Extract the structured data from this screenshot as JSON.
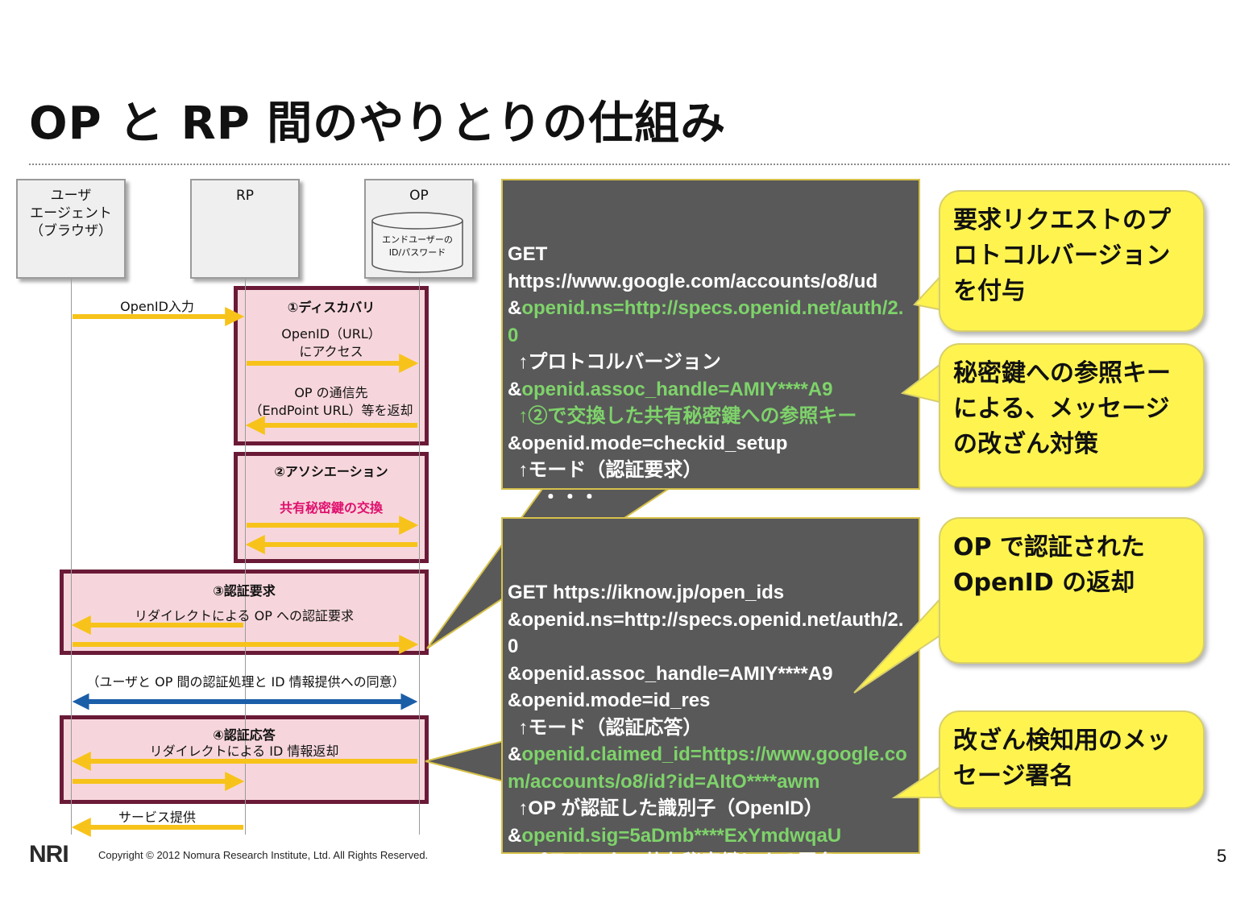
{
  "slide": {
    "title": "OP と RP 間のやりとりの仕組み",
    "page_number": "5",
    "copyright": "Copyright © 2012 Nomura Research Institute, Ltd. All Rights Reserved.",
    "logo_text": "NRI"
  },
  "actors": {
    "user_agent": "ユーザ\nエージェント\n（ブラウザ）",
    "rp": "RP",
    "op": "OP",
    "db_label": "エンドユーザーの\nID/パスワード"
  },
  "flow": {
    "openid_input": "OpenID入力",
    "phase1_title": "①ディスカバリ",
    "phase1_msg1": "OpenID（URL）\nにアクセス",
    "phase1_msg2": "OP の通信先\n（EndPoint URL）等を返却",
    "phase2_title": "②アソシエーション",
    "phase2_msg": "共有秘密鍵の交換",
    "phase3_title": "③認証要求",
    "phase3_msg": "リダイレクトによる OP への認証要求",
    "consent": "（ユーザと OP 間の認証処理と ID 情報提供への同意）",
    "phase4_title": "④認証応答",
    "phase4_msg": "リダイレクトによる ID 情報返却",
    "service": "サービス提供"
  },
  "callout_request": [
    {
      "text": "GET",
      "green": false
    },
    {
      "text": "https://www.google.com/accounts/o8/ud",
      "green": false
    },
    {
      "text": "&",
      "green": false,
      "cont": "openid.ns=http://specs.openid.net/auth/2.0"
    },
    {
      "text": "  ↑プロトコルバージョン",
      "green": false
    },
    {
      "text": "&",
      "green": false,
      "cont": "openid.assoc_handle=AMIY****A9"
    },
    {
      "text": "  ↑②で交換した共有秘密鍵への参照キー",
      "green": true
    },
    {
      "text": "&openid.mode=checkid_setup",
      "green": false
    },
    {
      "text": "  ↑モード（認証要求）",
      "green": false
    },
    {
      "text": "&・・・・",
      "green": false
    }
  ],
  "callout_response": [
    {
      "text": "GET https://iknow.jp/open_ids",
      "green": false
    },
    {
      "text": "&openid.ns=http://specs.openid.net/auth/2.0",
      "green": false
    },
    {
      "text": "&openid.assoc_handle=AMIY****A9",
      "green": false
    },
    {
      "text": "&openid.mode=id_res",
      "green": false
    },
    {
      "text": "  ↑モード（認証応答）",
      "green": false
    },
    {
      "text": "&",
      "green": false,
      "cont": "openid.claimed_id=https://www.google.com/accounts/o8/id?id=AItO****awm"
    },
    {
      "text": "  ↑OP が認証した識別子（OpenID）",
      "green": false
    },
    {
      "text": "&",
      "green": false,
      "cont": "openid.sig=5aDmb****ExYmdwqaU"
    },
    {
      "text": "  ↑パラメータの共有秘密鍵による署名",
      "green": false
    }
  ],
  "notes": {
    "note1": "要求リクエストのプロトコルバージョンを付与",
    "note2": "秘密鍵への参照キーによる、メッセージの改ざん対策",
    "note3": "OP で認証された\nOpenID の返却",
    "note4": "改ざん検知用のメッセージ署名"
  },
  "colors": {
    "arrow_yellow": "#f7c31a",
    "arrow_blue": "#1a5ea8",
    "phase_border": "#6a1a37",
    "phase_fill": "#f6d6dc",
    "callout_bg": "#595959",
    "callout_green": "#7ed36a",
    "note_bg": "#fff44f",
    "pink_text": "#e0106e"
  }
}
